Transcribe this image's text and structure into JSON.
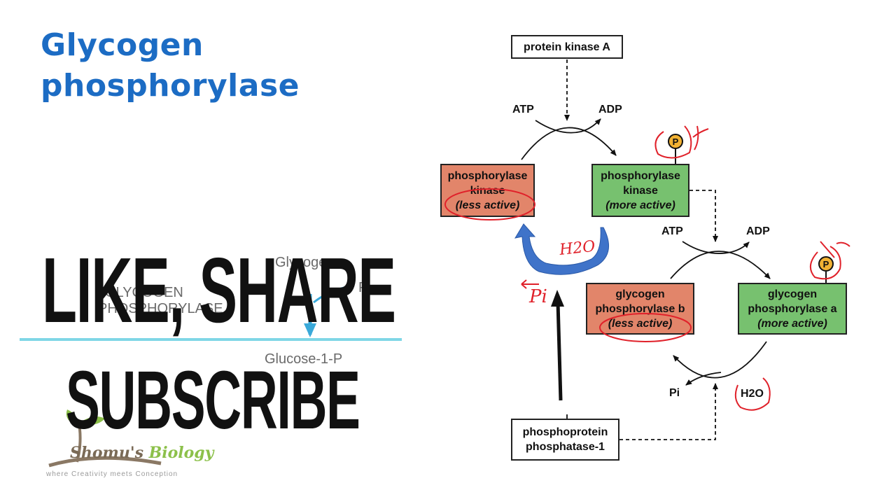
{
  "title": {
    "line1": "Glycogen",
    "line2": "phosphorylase"
  },
  "background_diagram": {
    "glycogen": "Glycogen",
    "enzyme_line1": "GLYCOGEN",
    "enzyme_line2": "PHOSPHORYLASE",
    "pi": "Pi",
    "product": "Glucose-1-P"
  },
  "overlay": {
    "like_share": "LIKE, SHARE",
    "subscribe": "SUBSCRIBE"
  },
  "logo": {
    "name_part1": "Shomu's",
    "name_part2": "Biology",
    "tagline": "where Creativity meets Conception"
  },
  "diagram": {
    "protein_kinase_a": "protein kinase A",
    "atp_top": "ATP",
    "adp_top": "ADP",
    "phosphorylase_kinase_less": {
      "line1": "phosphorylase",
      "line2": "kinase",
      "line3": "(less active)"
    },
    "phosphorylase_kinase_more": {
      "line1": "phosphorylase",
      "line2": "kinase",
      "line3": "(more active)"
    },
    "atp_mid": "ATP",
    "adp_mid": "ADP",
    "glycogen_phosphorylase_b": {
      "line1": "glycogen",
      "line2": "phosphorylase b",
      "line3": "(less active)"
    },
    "glycogen_phosphorylase_a": {
      "line1": "glycogen",
      "line2": "phosphorylase a",
      "line3": "(more active)"
    },
    "phosphoprotein_phosphatase": {
      "line1": "phosphoprotein",
      "line2": "phosphatase-1"
    },
    "pi_bottom": "Pi",
    "h2o_bottom": "H2O",
    "phosphate_symbol": "P",
    "handwritten_h2o": "H2O",
    "handwritten_pi": "Pi"
  },
  "colors": {
    "title_blue": "#1c6cc4",
    "box_red": "#e2856a",
    "box_green": "#77c16f",
    "annotation_red": "#e0212a",
    "arrow_blue": "#3f73c9",
    "phosphate_yellow": "#f2b233",
    "cyan_line": "#7fd6e6"
  }
}
